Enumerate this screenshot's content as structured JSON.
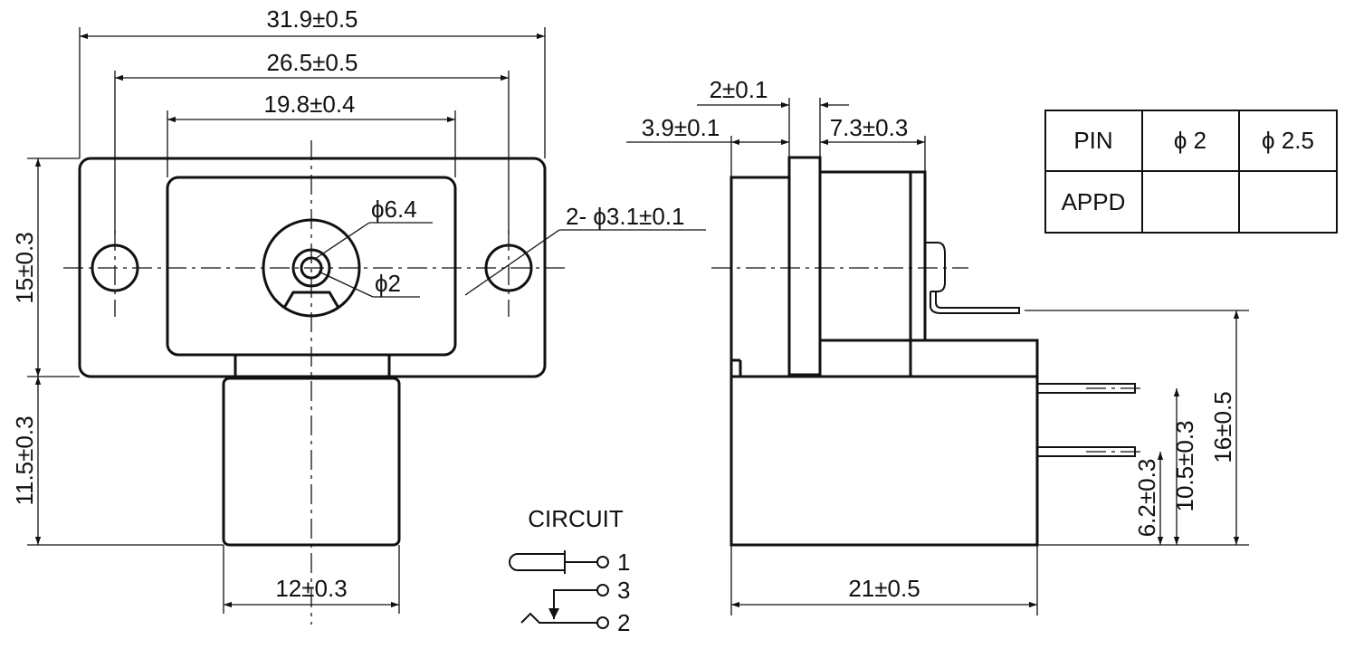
{
  "dimensions": {
    "overall_width": "31.9±0.5",
    "hole_spacing": "26.5±0.5",
    "inner_width": "19.8±0.4",
    "flange_height": "15±0.3",
    "body_height": "11.5±0.3",
    "body_width": "12±0.3",
    "outer_diameter": "ϕ6.4",
    "pin_diameter": "ϕ2",
    "mount_holes": "2- ϕ3.1±0.1",
    "flange_thickness": "2±0.1",
    "front_depth": "3.9±0.1",
    "rear_depth": "7.3±0.3",
    "side_depth": "21±0.5",
    "top_pin_height": "16±0.5",
    "mid_pin_height": "10.5±0.3",
    "low_pin_height": "6.2±0.3"
  },
  "circuit": {
    "title": "CIRCUIT",
    "pin_1": "1",
    "pin_3": "3",
    "pin_2": "2"
  },
  "table": {
    "header": [
      "PIN",
      "ϕ 2",
      "ϕ 2.5"
    ],
    "row_label": "APPD",
    "row_values": [
      "",
      ""
    ]
  }
}
